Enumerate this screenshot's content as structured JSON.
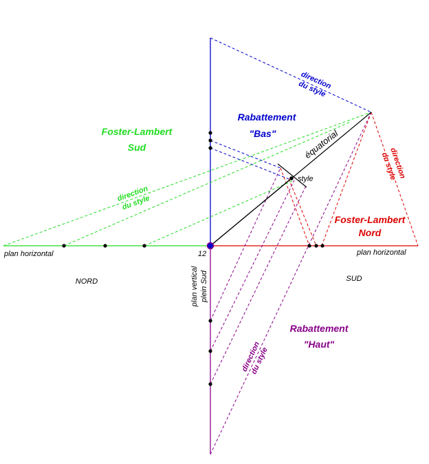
{
  "colors": {
    "blue": "#0000cc",
    "green": "#22dd22",
    "red": "#dd0000",
    "purple": "#880088",
    "black": "#000000"
  },
  "labels": {
    "rabattement_bas_1": "Rabattement",
    "rabattement_bas_2": "\"Bas\"",
    "rabattement_haut_1": "Rabattement",
    "rabattement_haut_2": "\"Haut\"",
    "foster_sud_1": "Foster-Lambert",
    "foster_sud_2": "Sud",
    "foster_nord_1": "Foster-Lambert",
    "foster_nord_2": "Nord",
    "direction_1": "direction",
    "direction_2": "du style",
    "equatorial": "équatorial",
    "style": "style",
    "plan_horizontal": "plan horizontal",
    "twelve": "12",
    "nord": "NORD",
    "sud": "SUD",
    "plan_vertical_1": "plan vertical",
    "plan_vertical_2": "plein Sud"
  }
}
